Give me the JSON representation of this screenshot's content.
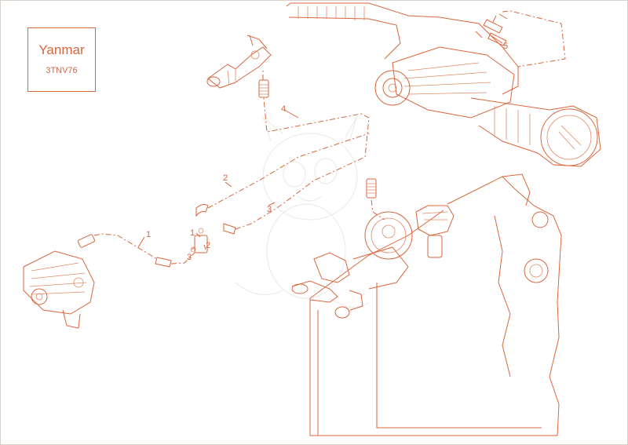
{
  "title_block": {
    "make": "Yanmar",
    "model": "3TNV76"
  },
  "callouts": {
    "c1": "1",
    "c2": "2",
    "c3": "3",
    "c4": "4",
    "c5": "5",
    "s1": "1",
    "s2": "2",
    "s3": "3"
  },
  "colors": {
    "line": "#d9663c",
    "border": "#d9d0cc",
    "watermark": "#ececec"
  }
}
